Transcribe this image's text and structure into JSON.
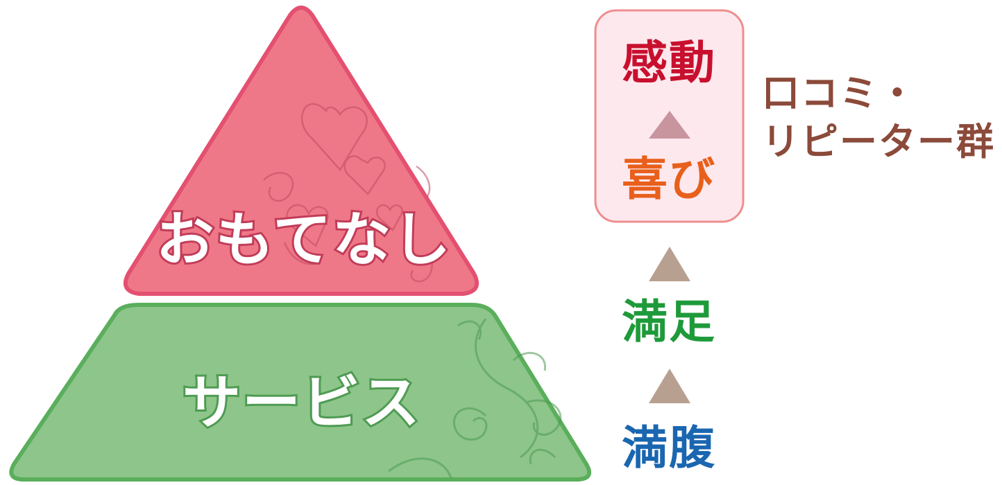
{
  "pyramid": {
    "top_label": "おもてなし",
    "bottom_label": "サービス",
    "top_color": "#ef7888",
    "top_stroke": "#e35070",
    "bottom_color": "#8dc58a",
    "bottom_stroke": "#5aae5c"
  },
  "levels": {
    "kando": "感動",
    "yorokobi": "喜び",
    "manzoku": "満足",
    "manpuku": "満腹"
  },
  "colors": {
    "kando": "#c8102e",
    "yorokobi": "#e8601c",
    "manzoku": "#1f9a3a",
    "manpuku": "#1a66b0",
    "arrow": "#b8a091",
    "arrow_inner": "#c8949e",
    "box_fill": "#fde8ee",
    "box_stroke": "#ee8e8e",
    "word_of_mouth": "#8b4a3a"
  },
  "word_of_mouth": {
    "line1": "口コミ・",
    "line2": "リピーター群"
  },
  "icons": [
    "up-triangle-arrow",
    "heart-swirl-ornament",
    "vine-ornament"
  ]
}
